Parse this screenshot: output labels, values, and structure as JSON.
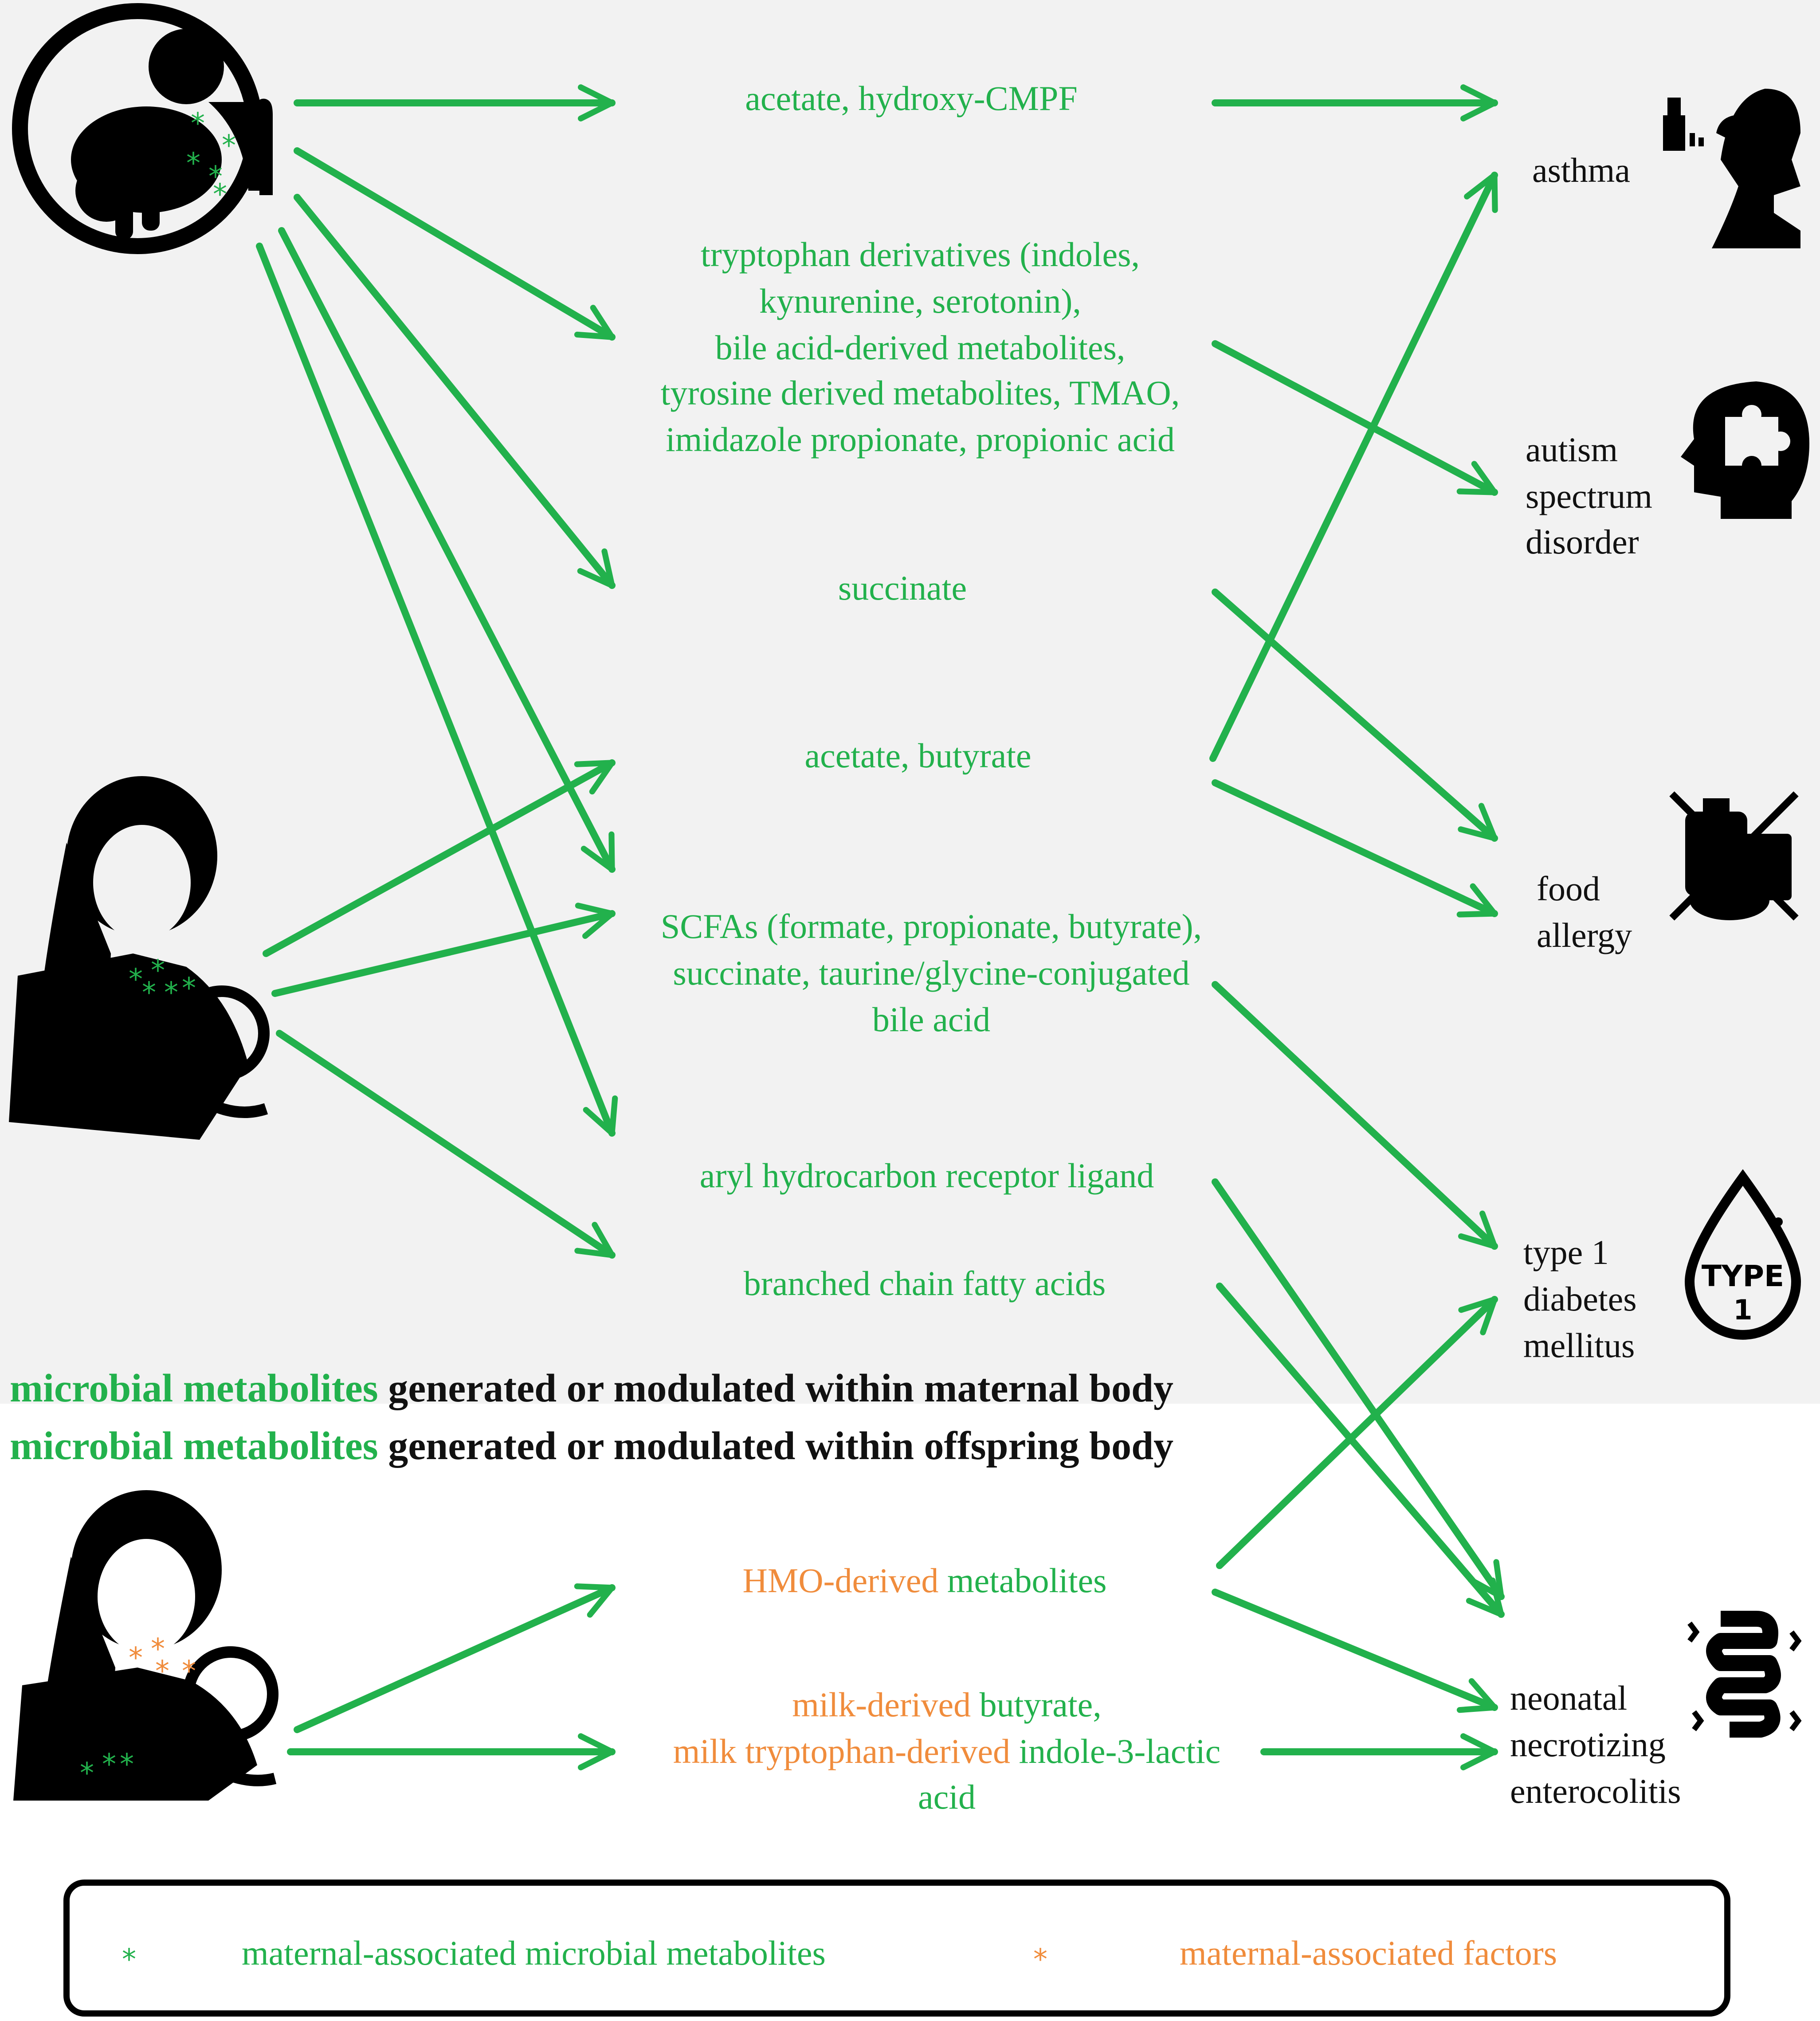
{
  "metabolites": {
    "m1": {
      "line1": "acetate, hydroxy-CMPF"
    },
    "m2": {
      "line1": "tryptophan derivatives (indoles,",
      "line2": "kynurenine, serotonin),",
      "line3": "bile acid-derived metabolites,",
      "line4": "tyrosine derived metabolites, TMAO,",
      "line5": "imidazole propionate, propionic acid"
    },
    "m3": {
      "line1": "succinate"
    },
    "m4": {
      "line1": "acetate, butyrate"
    },
    "m5": {
      "line1": "SCFAs (formate, propionate, butyrate),",
      "line2": "succinate, taurine/glycine-conjugated",
      "line3": "bile acid"
    },
    "m6": {
      "line1": "aryl hydrocarbon receptor ligand"
    },
    "m7": {
      "line1": "branched chain fatty acids"
    },
    "m8": {
      "orange": "HMO-derived",
      "green": " metabolites"
    },
    "m9": {
      "line1_orange": "milk-derived",
      "line1_green": " butyrate,",
      "line2_orange": "milk tryptophan-derived",
      "line2_green": " indole-3-lactic",
      "line3": "acid"
    }
  },
  "diseases": {
    "asthma": {
      "line1": "asthma"
    },
    "autism": {
      "line1": "autism",
      "line2": "spectrum",
      "line3": "disorder"
    },
    "food_allergy": {
      "line1": "food",
      "line2": "allergy"
    },
    "t1d": {
      "line1": "type 1",
      "line2": "diabetes",
      "line3": "mellitus"
    },
    "nec": {
      "line1": "neonatal",
      "line2": "necrotizing",
      "line3": "enterocolitis"
    }
  },
  "caption": {
    "line1_green": "microbial metabolites",
    "line1_black": " generated or modulated within maternal body",
    "line2_green": "microbial metabolites",
    "line2_black": " generated or modulated within offspring body"
  },
  "legend": {
    "green_label": "maternal-associated microbial metabolites",
    "orange_label": "maternal-associated factors"
  },
  "colors": {
    "green": "#22b14c",
    "orange": "#f08c3c",
    "panel_background": "#f2f2f2"
  },
  "icons": [
    "fetus-in-womb-icon",
    "breastfeeding-mother-icon",
    "breastfeeding-mother-orange-icon",
    "asthma-inhaler-icon",
    "autism-head-puzzle-icon",
    "food-allergy-icon",
    "type1-diabetes-drop-icon",
    "intestine-icon"
  ]
}
